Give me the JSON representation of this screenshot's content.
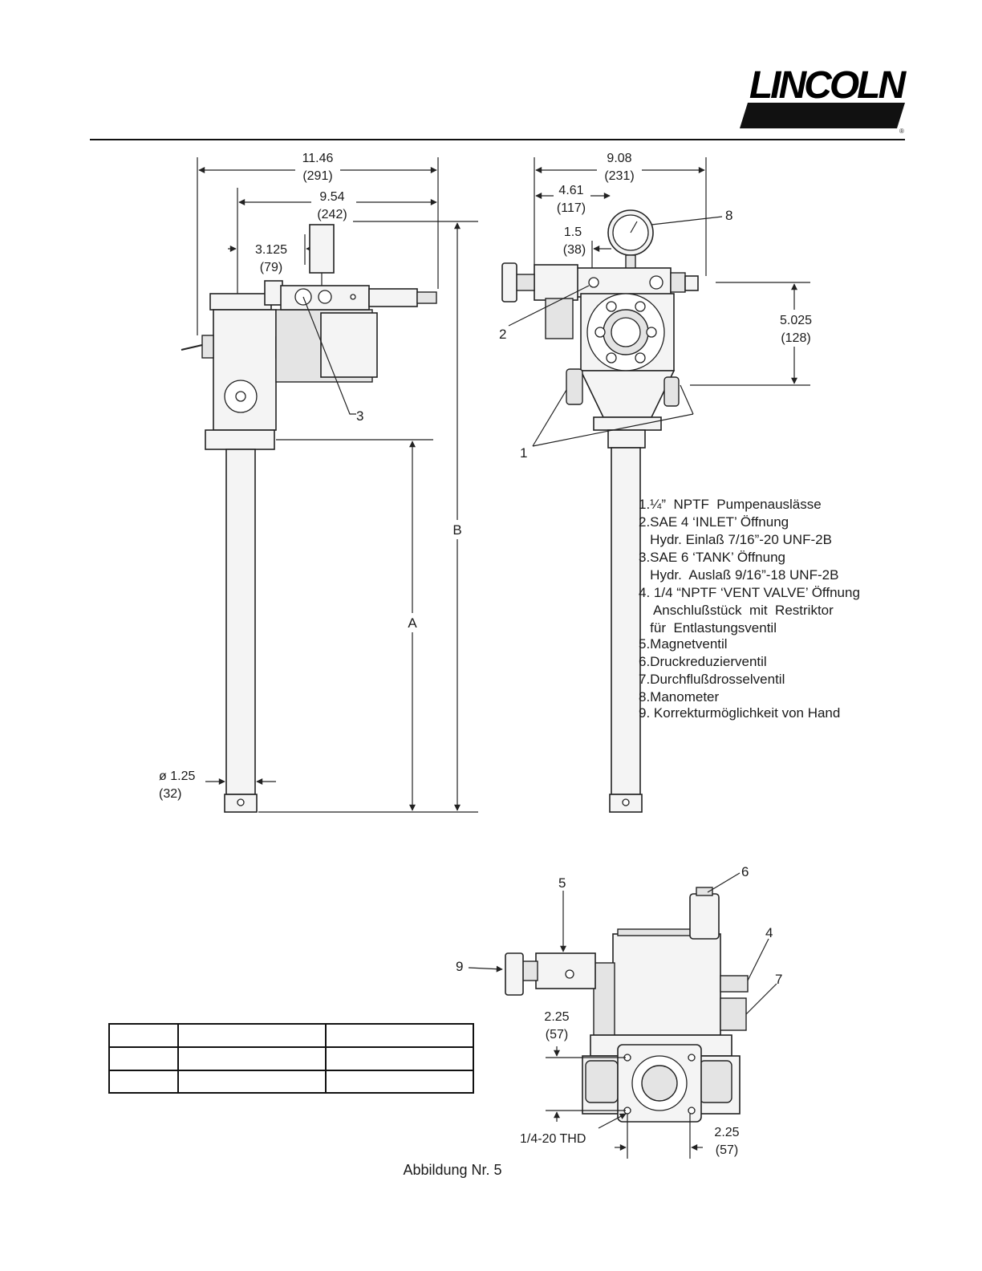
{
  "brand": {
    "logo_text": "LINCOLN",
    "registered": "®"
  },
  "dimensions": {
    "width_left": "11.46",
    "width_left_mm": "(291)",
    "width_inner": "9.54",
    "width_inner_mm": "(242)",
    "offset_left": "3.125",
    "offset_left_mm": "(79)",
    "tube_dia": "ø 1.25",
    "tube_dia_mm": "(32)",
    "label_a": "A",
    "label_b": "B",
    "width_right": "9.08",
    "width_right_mm": "(231)",
    "width_right2": "4.61",
    "width_right2_mm": "(117)",
    "width_small": "1.5",
    "width_small_mm": "(38)",
    "height_right": "5.025",
    "height_right_mm": "(128)",
    "base_v": "2.25",
    "base_v_mm": "(57)",
    "base_h": "2.25",
    "base_h_mm": "(57)",
    "thread": "1/4-20 THD"
  },
  "callouts": [
    "1",
    "2",
    "3",
    "4",
    "5",
    "6",
    "7",
    "8",
    "9",
    "1"
  ],
  "legend": [
    "1.¼”  NPTF  Pumpenauslässe",
    "2.SAE 4 ‘INLET’ Öffnung",
    "   Hydr. Einlaß 7/16”-20 UNF-2B",
    "3.SAE 6 ‘TANK’ Öffnung",
    "   Hydr.  Auslaß 9/16”-18 UNF-2B",
    "4. 1/4 “NPTF ‘VENT VALVE’ Öffnung",
    "    Anschlußstück  mit  Restriktor",
    "   für  Entlastungsventil",
    "5.Magnetventil",
    "6.Druckreduzierventil",
    "7.Durchflußdrosselventil",
    "8.Manometer",
    "9. Korrekturmöglichkeit von Hand"
  ],
  "table": {
    "rows": [
      [
        "",
        "",
        ""
      ],
      [
        "",
        "",
        ""
      ],
      [
        "",
        "",
        ""
      ]
    ]
  },
  "caption": "Abbildung Nr. 5"
}
